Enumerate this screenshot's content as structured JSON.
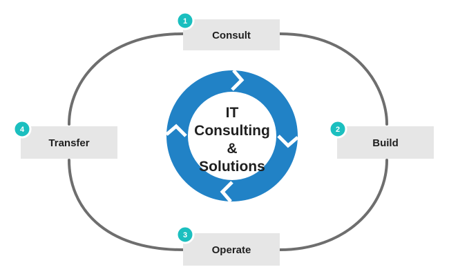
{
  "center": {
    "lines": [
      "IT",
      "Consulting",
      "&",
      "Solutions"
    ]
  },
  "steps": [
    {
      "number": "1",
      "label": "Consult"
    },
    {
      "number": "2",
      "label": "Build"
    },
    {
      "number": "3",
      "label": "Operate"
    },
    {
      "number": "4",
      "label": "Transfer"
    }
  ],
  "colors": {
    "badge": "#1bbfbf",
    "ring": "#2182c6",
    "box": "#e6e6e6",
    "connector": "#6e6e6e"
  }
}
